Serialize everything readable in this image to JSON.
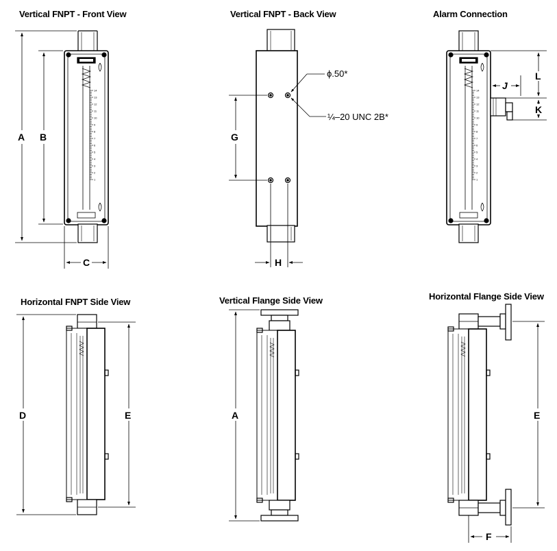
{
  "views": {
    "front": {
      "title": "Vertical FNPT - Front View"
    },
    "back": {
      "title": "Vertical FNPT - Back View"
    },
    "alarm": {
      "title": "Alarm Connection"
    },
    "hside": {
      "title": "Horizontal FNPT Side View"
    },
    "vflange": {
      "title": "Vertical Flange Side View"
    },
    "hflange": {
      "title": "Horizontal Flange Side View"
    }
  },
  "dimensions": {
    "A": "A",
    "B": "B",
    "C": "C",
    "D": "D",
    "E": "E",
    "F": "F",
    "G": "G",
    "H": "H",
    "J": "J",
    "K": "K",
    "L": "L"
  },
  "notes": {
    "hole_diameter": "ϕ.50*",
    "thread": "¼–20  UNC  2B*"
  },
  "scale_numbers": [
    "14",
    "13",
    "12",
    "11",
    "10",
    "9",
    "8",
    "7",
    "6",
    "5",
    "4",
    "3",
    "2",
    "1"
  ]
}
